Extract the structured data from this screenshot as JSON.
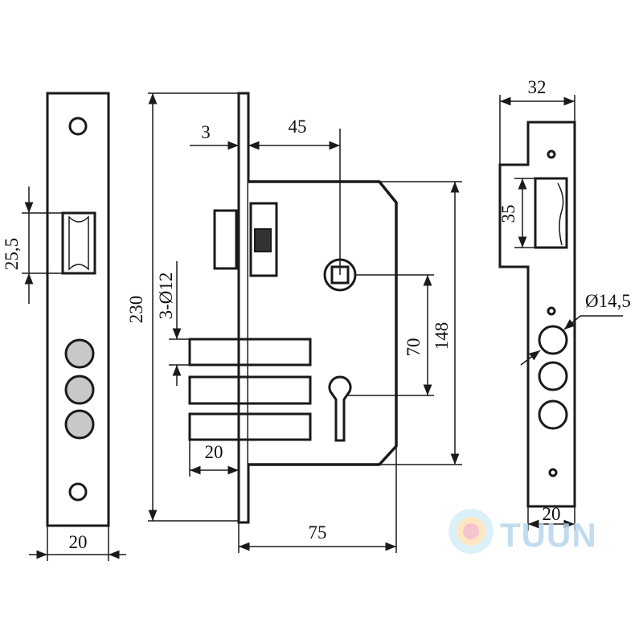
{
  "dimensions": {
    "faceplate_width": "20",
    "latch_height": "25,5",
    "total_height": "230",
    "faceplate_thickness": "3",
    "backset": "45",
    "bolt_count_diameter": "3-Ø12",
    "bolt_projection": "20",
    "case_depth": "75",
    "center_distance": "70",
    "case_height": "148",
    "strike_depth": "32",
    "strike_latch_height": "35",
    "strike_hole_diameter": "Ø14,5",
    "strike_width": "20"
  },
  "watermark": {
    "text": "TUUN"
  },
  "colors": {
    "line": "#1a1a1a",
    "bolt_fill": "#c8c8c8",
    "watermark": "#b7d7ec"
  }
}
